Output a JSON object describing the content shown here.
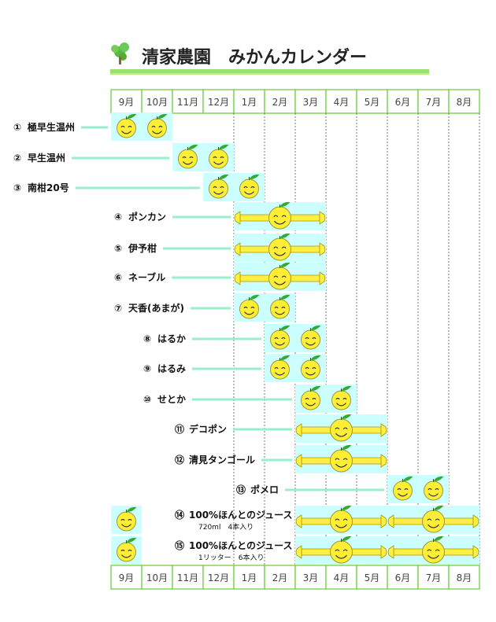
{
  "header": {
    "title": "清家農園　みかんカレンダー"
  },
  "months": [
    "9月",
    "10月",
    "11月",
    "12月",
    "1月",
    "2月",
    "3月",
    "4月",
    "5月",
    "6月",
    "7月",
    "8月"
  ],
  "colors": {
    "month_border": "#66cc33",
    "band_fill": "#ccffff",
    "leader_line": "#99eecc",
    "orange_fill": "#ffee33",
    "leaf": "#33aa33",
    "grid_dash": "#555555"
  },
  "products": [
    {
      "num": "①",
      "name": "極早生温州",
      "start": 0,
      "end": 2,
      "style": "single"
    },
    {
      "num": "②",
      "name": "早生温州",
      "start": 2,
      "end": 4,
      "style": "single"
    },
    {
      "num": "③",
      "name": "南柑20号",
      "start": 3,
      "end": 5,
      "style": "single"
    },
    {
      "num": "④",
      "name": "ポンカン",
      "start": 4,
      "end": 7,
      "style": "stretch"
    },
    {
      "num": "⑤",
      "name": "伊予柑",
      "start": 4,
      "end": 7,
      "style": "stretch"
    },
    {
      "num": "⑥",
      "name": "ネーブル",
      "start": 4,
      "end": 7,
      "style": "stretch"
    },
    {
      "num": "⑦",
      "name": "天香(あまが)",
      "start": 4,
      "end": 6,
      "style": "single"
    },
    {
      "num": "⑧",
      "name": "はるか",
      "start": 5,
      "end": 7,
      "style": "single"
    },
    {
      "num": "⑨",
      "name": "はるみ",
      "start": 5,
      "end": 7,
      "style": "single"
    },
    {
      "num": "⑩",
      "name": "せとか",
      "start": 6,
      "end": 8,
      "style": "single"
    },
    {
      "num": "⑪",
      "name": "デコポン",
      "start": 6,
      "end": 9,
      "style": "stretch"
    },
    {
      "num": "⑫",
      "name": "清見タンゴール",
      "start": 6,
      "end": 9,
      "style": "stretch"
    },
    {
      "num": "⑬",
      "name": "ポメロ",
      "start": 9,
      "end": 11,
      "style": "single"
    },
    {
      "num": "⑭",
      "name": "100%ほんとのジュース",
      "sub": "720ml　4本入り",
      "ranges": [
        [
          0,
          1
        ],
        [
          6,
          12
        ]
      ],
      "style": "juice"
    },
    {
      "num": "⑮",
      "name": "100%ほんとのジュース",
      "sub": "1リッター　6本入り",
      "ranges": [
        [
          0,
          1
        ],
        [
          6,
          12
        ]
      ],
      "style": "juice"
    }
  ]
}
